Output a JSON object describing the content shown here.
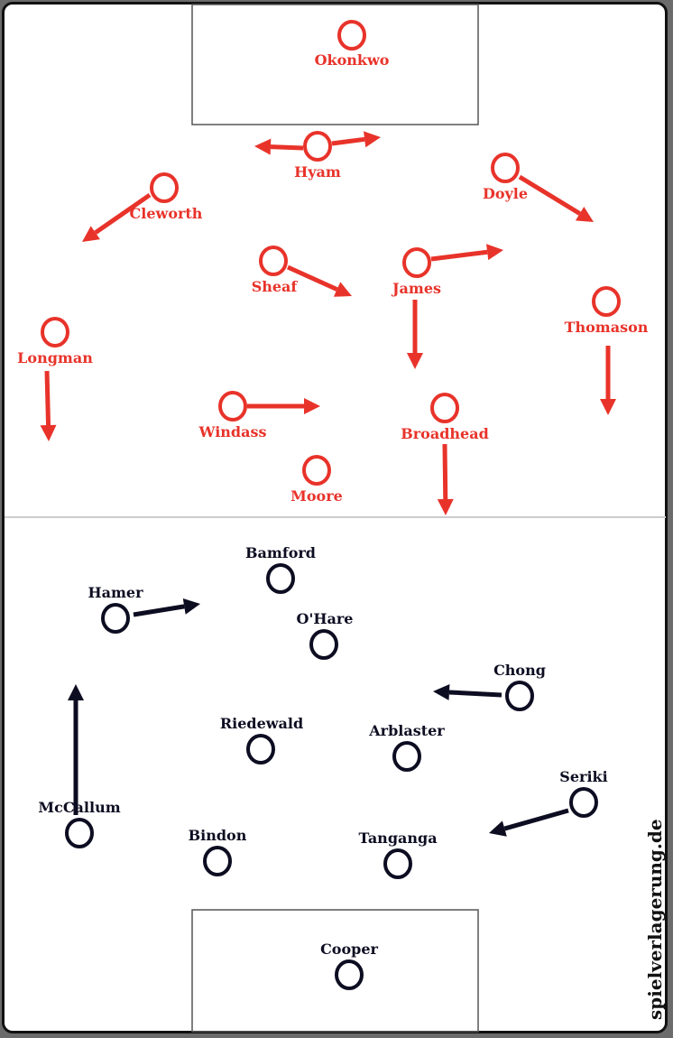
{
  "colors": {
    "team_red": "#e8332a",
    "team_dark": "#0d0d22",
    "line": "#555555",
    "halfway": "#cccccc"
  },
  "watermark": "spielverlagerung.de",
  "teams": [
    {
      "name": "red",
      "players": [
        {
          "name": "Okonkwo"
        },
        {
          "name": "Hyam"
        },
        {
          "name": "Cleworth"
        },
        {
          "name": "Doyle"
        },
        {
          "name": "Sheaf"
        },
        {
          "name": "James"
        },
        {
          "name": "Thomason"
        },
        {
          "name": "Longman"
        },
        {
          "name": "Windass"
        },
        {
          "name": "Broadhead"
        },
        {
          "name": "Moore"
        }
      ]
    },
    {
      "name": "dark",
      "players": [
        {
          "name": "Bamford"
        },
        {
          "name": "Hamer"
        },
        {
          "name": "O'Hare"
        },
        {
          "name": "Chong"
        },
        {
          "name": "Riedewald"
        },
        {
          "name": "Arblaster"
        },
        {
          "name": "Seriki"
        },
        {
          "name": "McCallum"
        },
        {
          "name": "Bindon"
        },
        {
          "name": "Tanganga"
        },
        {
          "name": "Cooper"
        }
      ]
    }
  ]
}
